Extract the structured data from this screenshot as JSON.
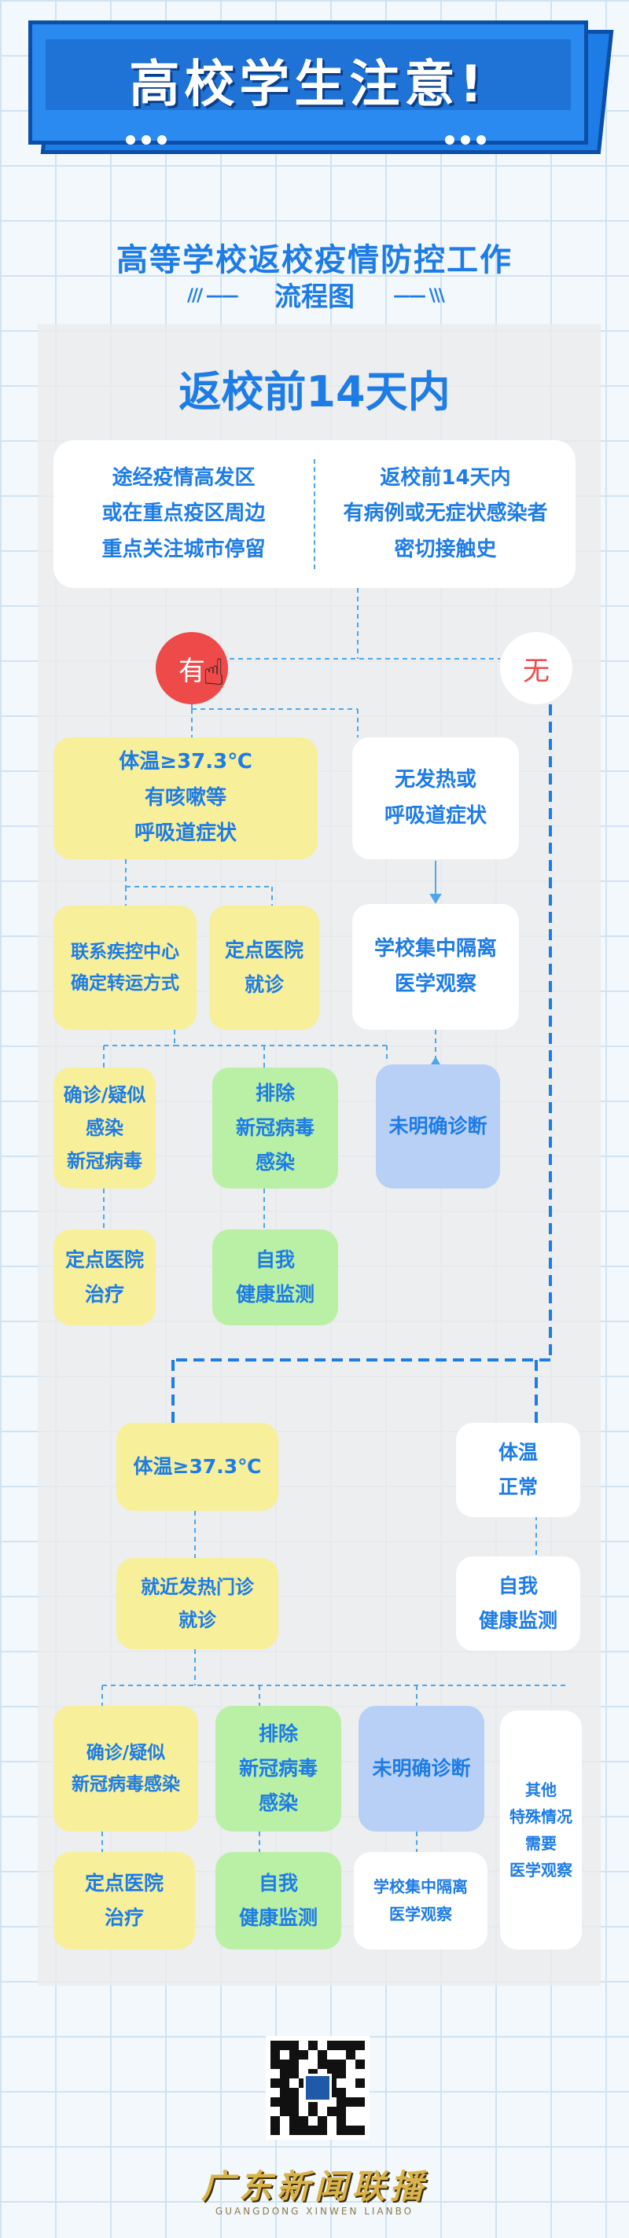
{
  "header": {
    "title": "高校学生注意!",
    "subtitle": "高等学校返校疫情防控工作",
    "subtitle2": "流程图"
  },
  "section": {
    "title": "返校前14天内"
  },
  "criteria": {
    "left": [
      "途经疫情高发区",
      "或在重点疫区周边",
      "重点关注城市停留"
    ],
    "right": [
      "返校前14天内",
      "有病例或无症状感染者",
      "密切接触史"
    ]
  },
  "branch": {
    "yes": "有",
    "no": "无"
  },
  "yes_path": {
    "symptom": [
      "体温≥37.3℃",
      "有咳嗽等",
      "呼吸道症状"
    ],
    "contact_cdc": [
      "联系疾控中心",
      "确定转运方式"
    ],
    "designated_hospital_visit": [
      "定点医院",
      "就诊"
    ],
    "confirmed": [
      "确诊/疑似",
      "感染",
      "新冠病毒"
    ],
    "excluded": [
      "排除",
      "新冠病毒",
      "感染"
    ],
    "designated_treatment": [
      "定点医院",
      "治疗"
    ],
    "self_monitor": [
      "自我",
      "健康监测"
    ]
  },
  "no_symptom_path": {
    "no_fever": [
      "无发热或",
      "呼吸道症状"
    ],
    "quarantine": [
      "学校集中隔离",
      "医学观察"
    ],
    "undiagnosed": "未明确诊断"
  },
  "no_path": {
    "fever": "体温≥37.3℃",
    "fever_clinic": [
      "就近发热门诊",
      "就诊"
    ],
    "temp_normal": [
      "体温",
      "正常"
    ],
    "self_monitor": [
      "自我",
      "健康监测"
    ],
    "confirmed": [
      "确诊/疑似",
      "新冠病毒感染"
    ],
    "excluded": [
      "排除",
      "新冠病毒",
      "感染"
    ],
    "undiagnosed": "未明确诊断",
    "special": [
      "其他",
      "特殊情况",
      "需要",
      "医学观察"
    ],
    "designated_treatment": [
      "定点医院",
      "治疗"
    ],
    "self_monitor2": [
      "自我",
      "健康监测"
    ],
    "quarantine": [
      "学校集中隔离",
      "医学观察"
    ]
  },
  "footer": {
    "logo": "广东新闻联播",
    "logo_en": "GUANGDONG XINWEN LIANBO"
  },
  "colors": {
    "accent": "#1e7ce6",
    "yellow": "#f7ef9a",
    "green": "#b9f0a6",
    "blue": "#b8cff6",
    "red": "#ee4a4a"
  },
  "icons": {
    "pointer": "hand-pointer-icon"
  }
}
